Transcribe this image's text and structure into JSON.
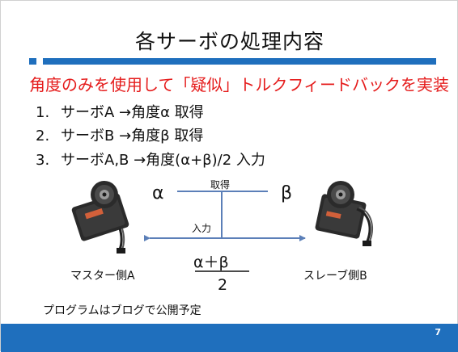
{
  "slide": {
    "title": "各サーボの処理内容",
    "subtitle": "角度のみを使用して「疑似」トルクフィードバックを実装",
    "items": [
      {
        "num": "1.",
        "text": "サーボA →角度α 取得"
      },
      {
        "num": "2.",
        "text": "サーボB →角度β 取得"
      },
      {
        "num": "3.",
        "text": "サーボA,B →角度(α+β)/2 入力"
      }
    ],
    "diagram": {
      "alpha": "α",
      "beta": "β",
      "get_label": "取得",
      "input_label": "入力",
      "formula_num": "α＋β",
      "formula_den": "2",
      "master_label": "マスター側A",
      "slave_label": "スレーブ側B"
    },
    "note": "プログラムはブログで公開予定",
    "page_number": "7",
    "colors": {
      "accent": "#1f6fbd",
      "highlight": "#e51c1c",
      "arrow": "#5b7fb8"
    }
  }
}
